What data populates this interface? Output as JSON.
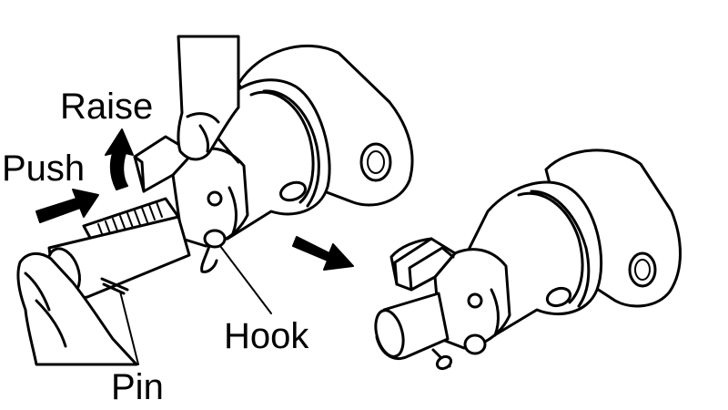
{
  "labels": {
    "raise": "Raise",
    "push": "Push",
    "hook": "Hook",
    "pin": "Pin"
  },
  "colors": {
    "ink": "#000000",
    "paper": "#ffffff"
  },
  "icons": [
    "raise-arrow-icon",
    "push-arrow-icon",
    "remove-arrow-icon"
  ]
}
